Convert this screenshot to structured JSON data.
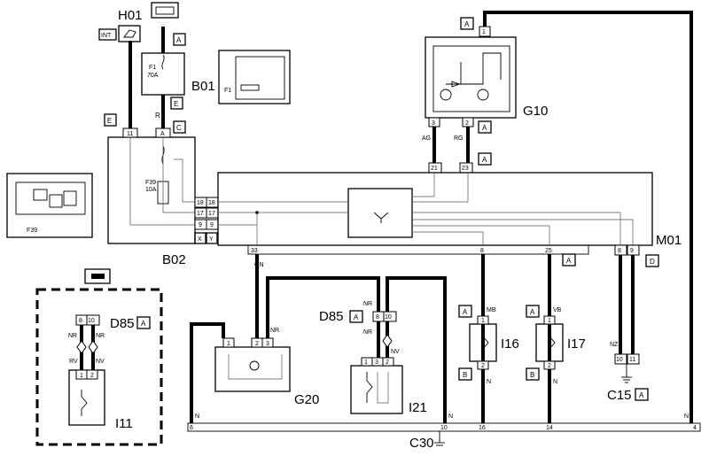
{
  "components": {
    "h01": {
      "id": "H01",
      "int_label": "INT"
    },
    "b01": {
      "id": "B01",
      "fuse_id": "F1",
      "fuse_rating": "70A",
      "loc_fuse": "F1"
    },
    "b02": {
      "id": "B02",
      "fuse_id": "F39",
      "fuse_rating": "10A",
      "loc_fuse": "F39",
      "pin_top_left": "11",
      "pin_top_right": "A",
      "conn_x": "X",
      "conn_y": "Y",
      "pins": [
        "18",
        "17",
        "9"
      ],
      "pins_mirror": [
        "18",
        "17",
        "9"
      ]
    },
    "g10": {
      "id": "G10",
      "pin_top": "1",
      "pin_left": "3",
      "pin_right": "2",
      "wire_left": "AG",
      "wire_right": "RG",
      "conn_left": "21",
      "conn_right": "23"
    },
    "m01": {
      "id": "M01",
      "pin_left": "33",
      "pin_mid": "8",
      "pin_right": "25",
      "pin_a": "8",
      "pin_b": "9",
      "conn_d": "D"
    },
    "d85_main": {
      "id": "D85",
      "pin_left": "8",
      "pin_right": "10",
      "wire_top": "NR",
      "wire_mid": "NR",
      "wire_low": "NV"
    },
    "d85_inset": {
      "id": "D85",
      "pin_left": "8",
      "pin_right": "10",
      "wire_left": "NR",
      "wire_right": "NR",
      "wire_rv": "RV",
      "wire_nv": "NV",
      "pin_1": "1",
      "pin_2": "2"
    },
    "g20": {
      "id": "G20",
      "pins": [
        "1",
        "2",
        "3"
      ],
      "wire_gn": "GN",
      "wire_nr": "NR"
    },
    "i21": {
      "id": "I21",
      "pins": [
        "1",
        "3",
        "2"
      ]
    },
    "i16": {
      "id": "I16",
      "pin_top": "1",
      "pin_bottom": "2",
      "wire_top": "MB",
      "wire_bottom": "N"
    },
    "i17": {
      "id": "I17",
      "pin_top": "1",
      "pin_bottom": "2",
      "wire_top": "VB",
      "wire_bottom": "N"
    },
    "i11": {
      "id": "I11",
      "pin_1": "1",
      "pin_2": "2"
    },
    "c15": {
      "id": "C15",
      "pin_left": "10",
      "pin_right": "11",
      "wire": "NZ"
    },
    "c30": {
      "id": "C30",
      "pin_6": "6",
      "pin_10": "10",
      "pin_16": "16",
      "pin_14": "14",
      "pin_4": "4"
    }
  },
  "wire_labels": {
    "r": "R",
    "n": "N"
  },
  "connector_tags": {
    "a": "A",
    "b": "B",
    "c": "C",
    "d": "D",
    "e": "E"
  }
}
